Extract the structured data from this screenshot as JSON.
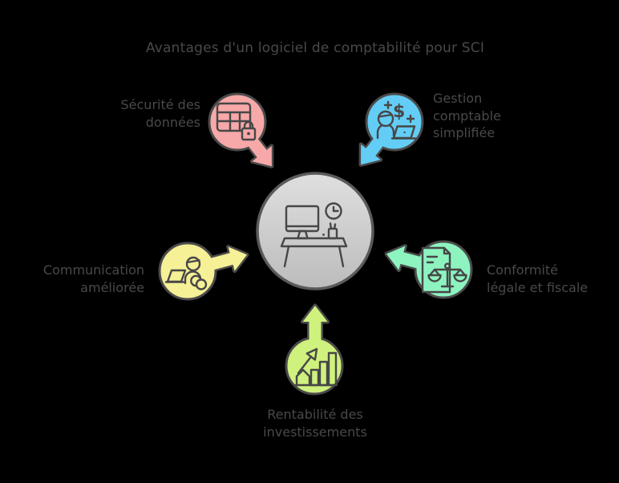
{
  "diagram": {
    "title": "Avantages d'un logiciel de comptabilité pour SCI",
    "background_color": "#000000",
    "text_color": "#494949",
    "outline_color": "#4a4a4a",
    "center_node": {
      "icon": "desk-workstation-icon",
      "fill_top": "#dfdfdf",
      "fill_bottom": "#bcbcbc"
    },
    "nodes": [
      {
        "id": "securite-donnees",
        "label": "Sécurité des données",
        "color": "#f7a8a8",
        "icon": "table-lock-icon",
        "position": "top-left",
        "arrow": "points-to-center"
      },
      {
        "id": "gestion-comptable",
        "label": "Gestion comptable simplifiée",
        "color": "#63cdf6",
        "icon": "accountant-laptop-dollar-icon",
        "icon_glyph": "$",
        "position": "top-right",
        "arrow": "points-to-center"
      },
      {
        "id": "communication",
        "label": "Communication améliorée",
        "color": "#f6f096",
        "icon": "person-laptop-chat-icon",
        "position": "left",
        "arrow": "points-to-center"
      },
      {
        "id": "conformite",
        "label": "Conformité légale et fiscale",
        "color": "#8df4c0",
        "icon": "document-scales-icon",
        "position": "right",
        "arrow": "points-to-center"
      },
      {
        "id": "rentabilite",
        "label": "Rentabilité des investissements",
        "color": "#cff17e",
        "icon": "growth-chart-icon",
        "position": "bottom",
        "arrow": "points-to-center"
      }
    ]
  }
}
